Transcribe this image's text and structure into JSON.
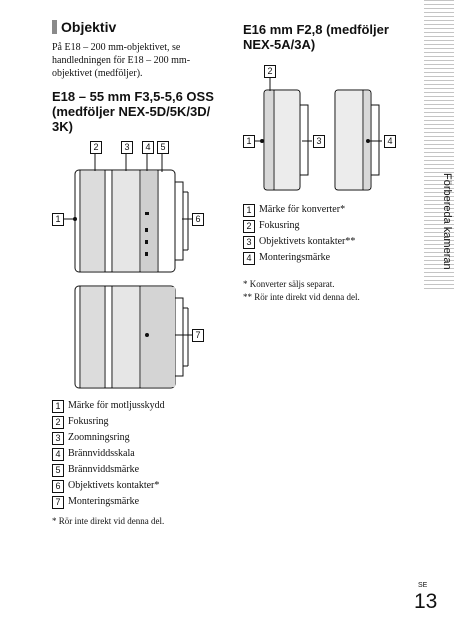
{
  "left": {
    "heading": "Objektiv",
    "intro": [
      "På E18 – 200 mm-objektivet, se",
      "handledningen för E18 – 200 mm-",
      "objektivet (medföljer)."
    ],
    "lens_heading": [
      "E18 – 55 mm F3,5-5,6 OSS",
      "(medföljer NEX-5D/5K/3D/",
      "3K)"
    ],
    "callouts_top": [
      "2",
      "3",
      "4",
      "5"
    ],
    "callout_1": "1",
    "callout_6": "6",
    "callout_7": "7",
    "legend": [
      {
        "num": "1",
        "text": "Märke för motljusskydd"
      },
      {
        "num": "2",
        "text": "Fokusring"
      },
      {
        "num": "3",
        "text": "Zoomningsring"
      },
      {
        "num": "4",
        "text": "Brännviddsskala"
      },
      {
        "num": "5",
        "text": "Brännviddsmärke"
      },
      {
        "num": "6",
        "text": "Objektivets kontakter*"
      },
      {
        "num": "7",
        "text": "Monteringsmärke"
      }
    ],
    "footnote": "*  Rör inte direkt vid denna del."
  },
  "right": {
    "lens_heading": [
      "E16 mm F2,8 (medföljer",
      "NEX-5A/3A)"
    ],
    "callout_1": "1",
    "callout_2": "2",
    "callout_3": "3",
    "callout_4": "4",
    "legend": [
      {
        "num": "1",
        "text": "Märke för konverter*"
      },
      {
        "num": "2",
        "text": "Fokusring"
      },
      {
        "num": "3",
        "text": "Objektivets kontakter**"
      },
      {
        "num": "4",
        "text": "Monteringsmärke"
      }
    ],
    "footnotes": [
      "*   Konverter säljs separat.",
      "** Rör inte direkt vid denna del."
    ]
  },
  "side_tab": "Förbereda kameran",
  "lang_code": "SE",
  "page_number": "13"
}
